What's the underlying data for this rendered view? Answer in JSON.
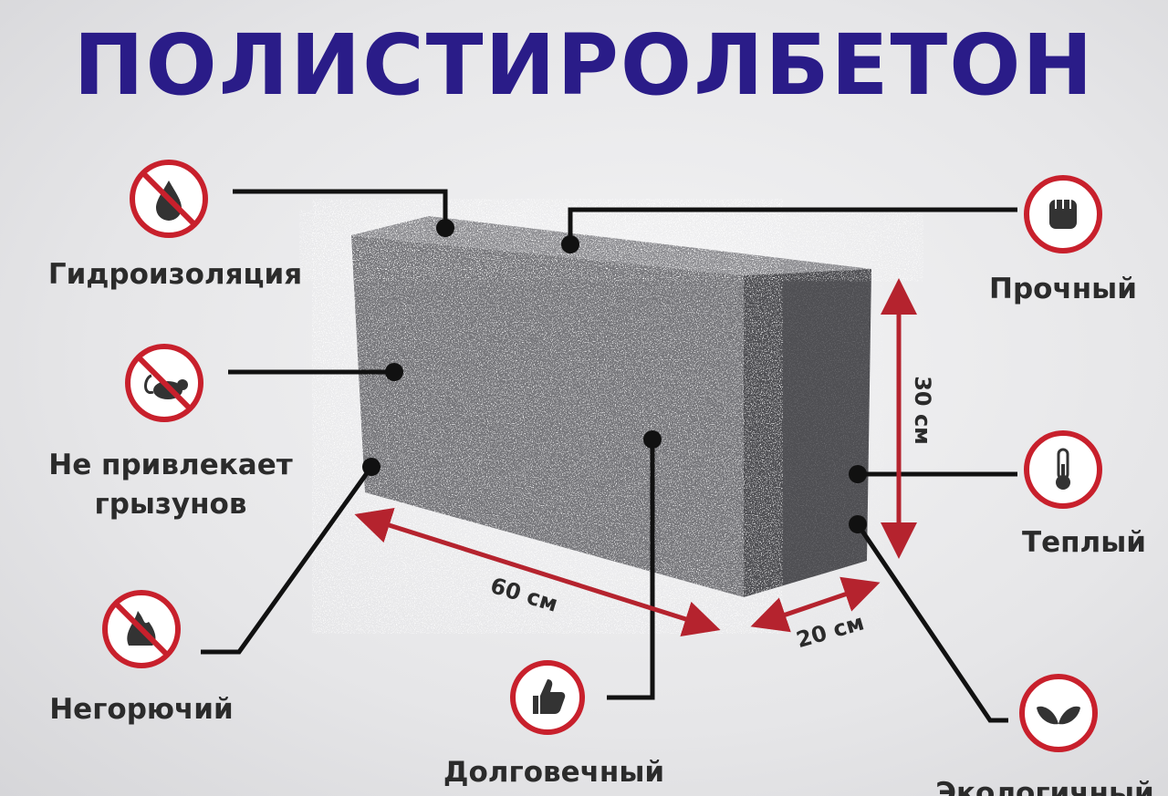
{
  "title": "ПОЛИСТИРОЛБЕТОН",
  "features": {
    "waterproof": "Гидроизоляция",
    "rodents_1": "Не привлекает",
    "rodents_2": "грызунов",
    "nonflammable": "Негорючий",
    "durable": "Долговечный",
    "strong": "Прочный",
    "warm": "Теплый",
    "eco": "Экологичный"
  },
  "dimensions": {
    "length": "60 см",
    "width": "20 см",
    "height": "30 см"
  },
  "colors": {
    "title": "#2a1c88",
    "accent": "#c8202c",
    "line": "#111111"
  }
}
